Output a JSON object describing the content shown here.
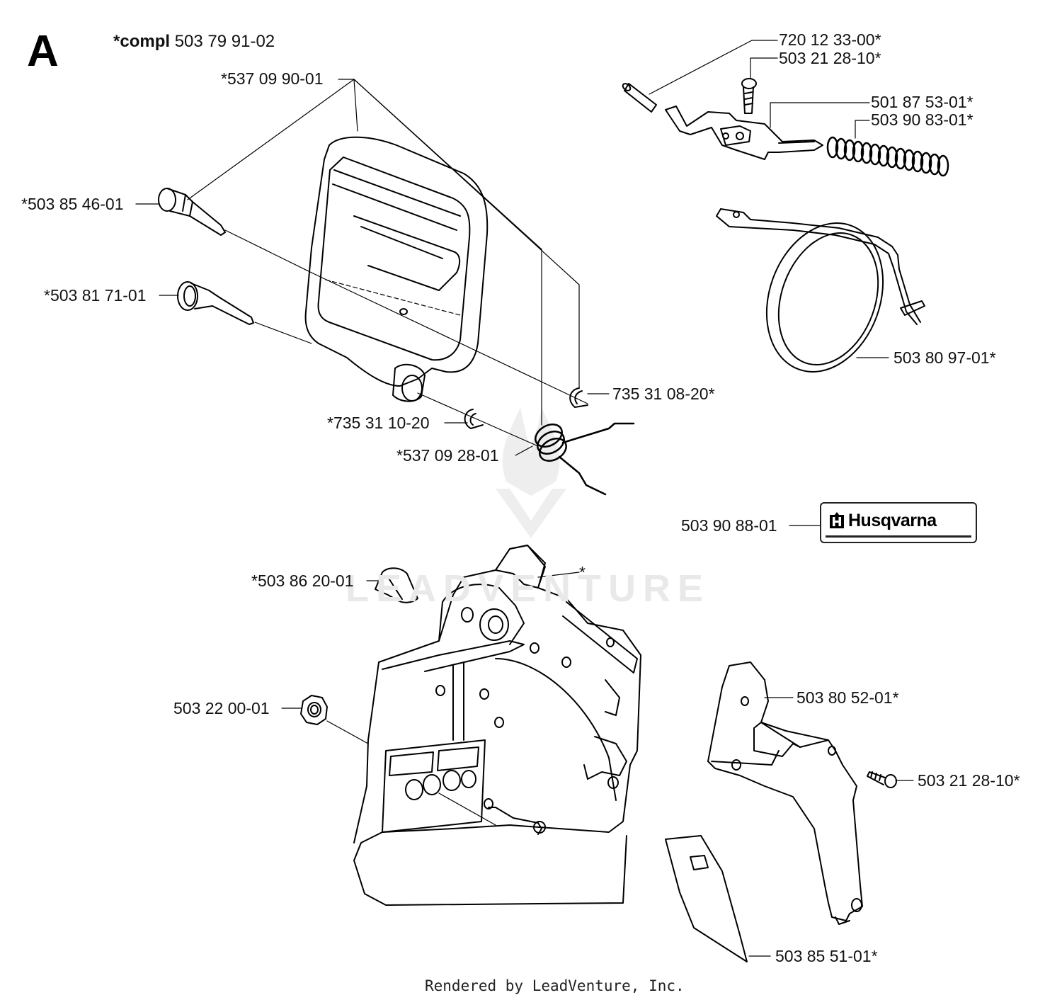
{
  "section_letter": "A",
  "compl_label": "*compl",
  "compl_number": "503 79 91-02",
  "parts": {
    "p1": "720 12 33-00*",
    "p2": "503 21 28-10*",
    "p3": "501 87 53-01*",
    "p4": "503 90 83-01*",
    "p5": "*537 09 90-01",
    "p6": "*503 85 46-01",
    "p7": "*503 81 71-01",
    "p8": "503 80 97-01*",
    "p9": "735 31 08-20*",
    "p10": "*735 31 10-20",
    "p11": "*537 09 28-01",
    "p12": "503 90 88-01",
    "p13": "*503 86 20-01",
    "p14": "*",
    "p15": "503 22 00-01",
    "p16": "503 80 52-01*",
    "p17": "503 21 28-10*",
    "p18": "503 85 51-01*"
  },
  "logo": {
    "brand": "Husqvarna",
    "mark": "H"
  },
  "watermark": "LEADVENTURE",
  "footer": "Rendered by LeadVenture, Inc."
}
